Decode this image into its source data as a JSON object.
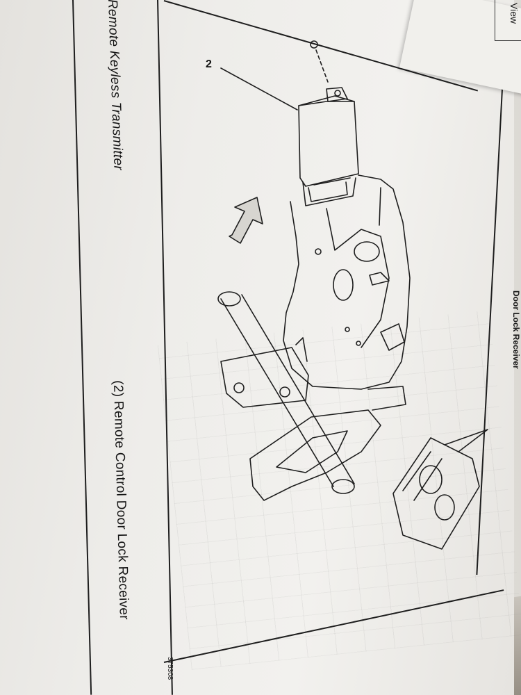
{
  "page": {
    "header_right": "Door Lock Receiver",
    "back_page_label": "View",
    "title_left": "Remote Keyless Transmitter",
    "callout_number": "2",
    "caption": "(2)  Remote Control Door Lock Receiver",
    "figure_id": "375308"
  },
  "colors": {
    "ink": "#1e1e1e",
    "paper": "#eeedea"
  },
  "icons": {
    "direction_arrow": "forward-arrow-icon"
  }
}
